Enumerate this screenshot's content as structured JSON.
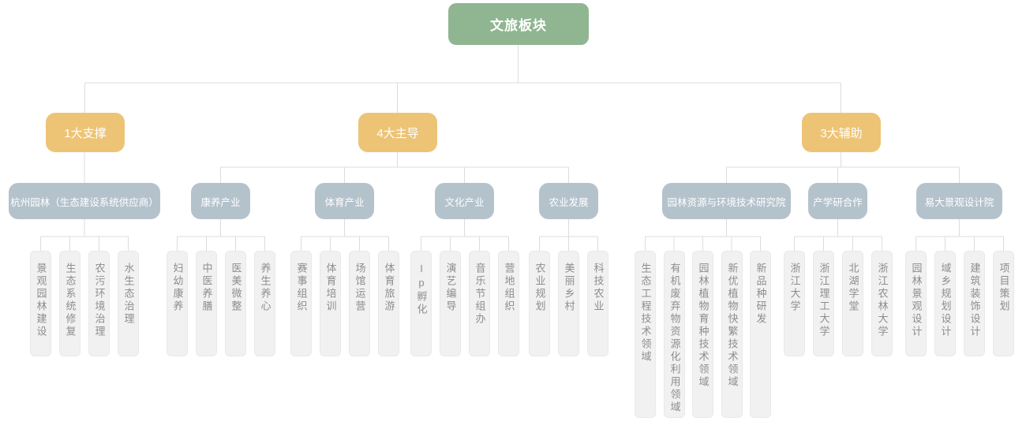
{
  "tree": {
    "root": {
      "label": "文旅板块"
    },
    "branches": [
      {
        "label": "1大支撑",
        "groups": [
          {
            "label": "杭州园林（生态建设系统供应商）",
            "leaves": [
              "景观园林建设",
              "生态系统修复",
              "农污环境治理",
              "水生态治理"
            ]
          }
        ]
      },
      {
        "label": "4大主导",
        "groups": [
          {
            "label": "康养产业",
            "leaves": [
              "妇幼康养",
              "中医养膳",
              "医美微整",
              "养生养心"
            ]
          },
          {
            "label": "体育产业",
            "leaves": [
              "赛事组织",
              "体育培训",
              "场馆运营",
              "体育旅游"
            ]
          },
          {
            "label": "文化产业",
            "leaves": [
              "Ip孵化",
              "演艺编导",
              "音乐节组办",
              "营地组织"
            ]
          },
          {
            "label": "农业发展",
            "leaves": [
              "农业规划",
              "美丽乡村",
              "科技农业"
            ]
          }
        ]
      },
      {
        "label": "3大辅助",
        "groups": [
          {
            "label": "园林资源与环境技术研究院",
            "leaves": [
              "生态工程技术领域",
              "有机废弃物资源化利用领域",
              "园林植物育种技术领域",
              "新优植物快繁技术领域",
              "新品种研发"
            ]
          },
          {
            "label": "产学研合作",
            "leaves": [
              "浙江大学",
              "浙江理工大学",
              "北湖学堂",
              "浙江农林大学"
            ]
          },
          {
            "label": "易大景观设计院",
            "leaves": [
              "园林景观设计",
              "域乡规划设计",
              "建筑装饰设计",
              "项目策划"
            ]
          }
        ]
      }
    ]
  },
  "colors": {
    "root_box": "#8fb691",
    "branch_box": "#edc476",
    "group_box": "#b4c2cc",
    "leaf_box": "#f1f1f1",
    "leaf_text": "#8d8d8d",
    "node_text": "#ffffff",
    "connector_line": "#dcdcdc"
  }
}
